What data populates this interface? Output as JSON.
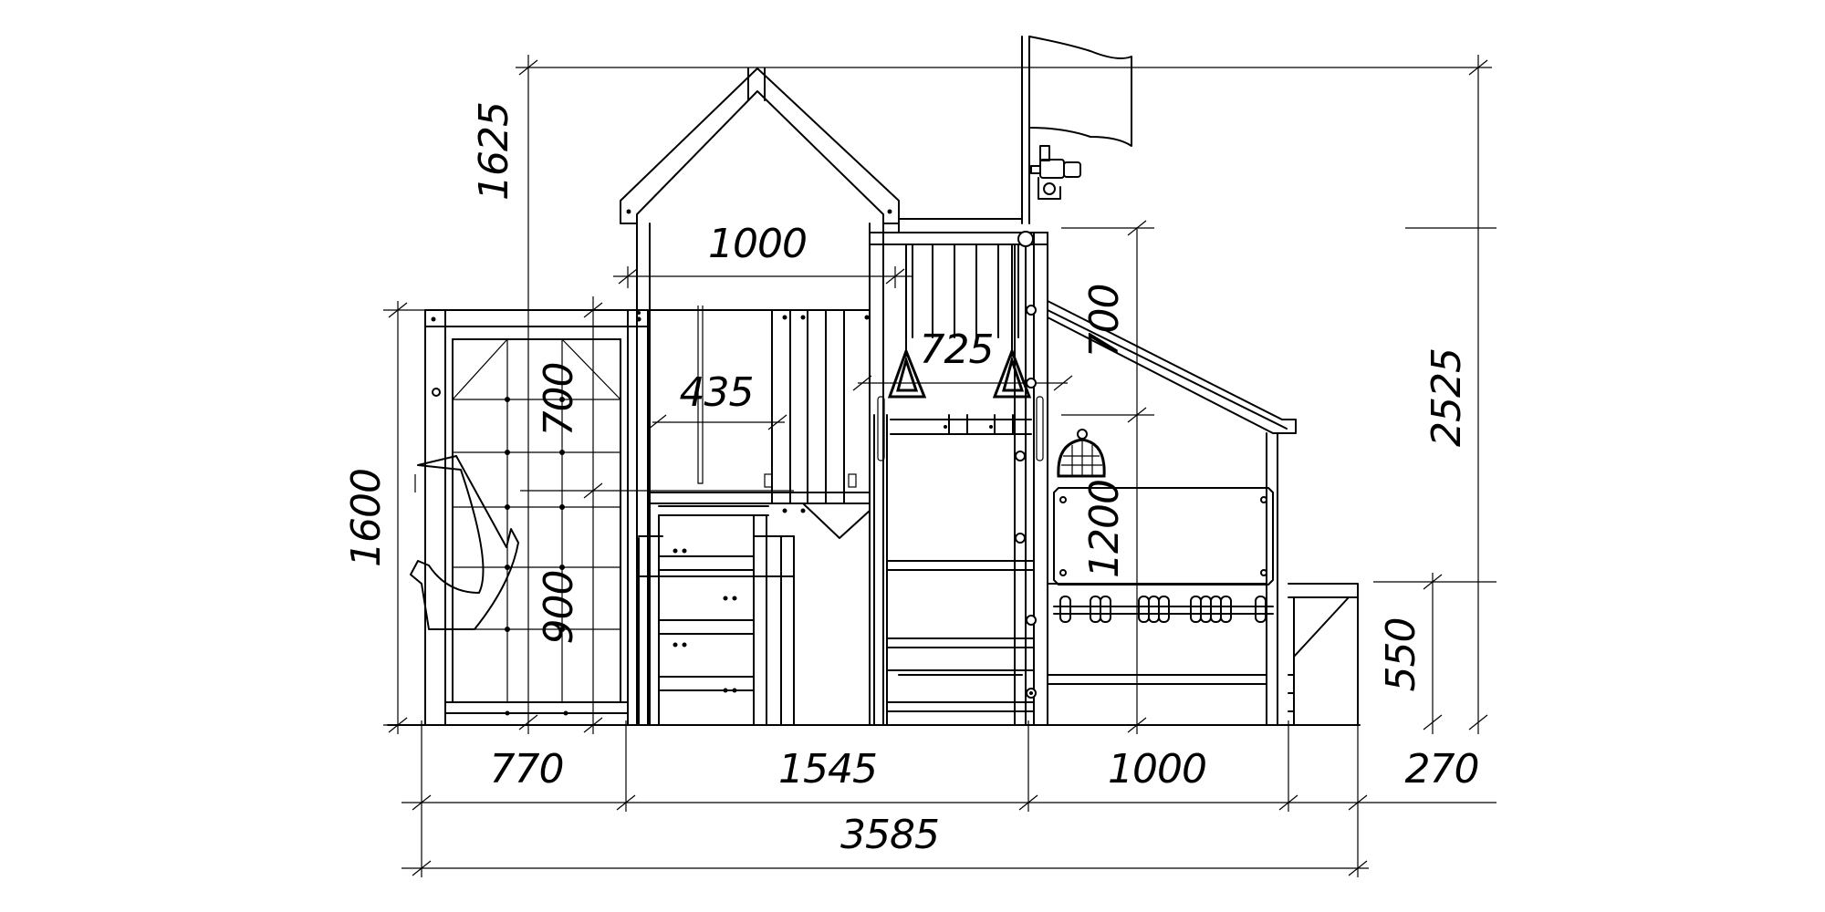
{
  "dimensions": {
    "overall_width": "3585",
    "seg_770": "770",
    "seg_1545": "1545",
    "seg_1000": "1000",
    "seg_270": "270",
    "overall_height": "2525",
    "roof_height": "1625",
    "side_height": "1600",
    "platform_height": "900",
    "net_height": "700",
    "house_width": "1000",
    "window_width": "435",
    "rings_width": "725",
    "rings_height": "700",
    "panel_height": "1200",
    "bench_height": "550"
  },
  "colors": {
    "ink": "#000000",
    "paper": "#ffffff"
  }
}
